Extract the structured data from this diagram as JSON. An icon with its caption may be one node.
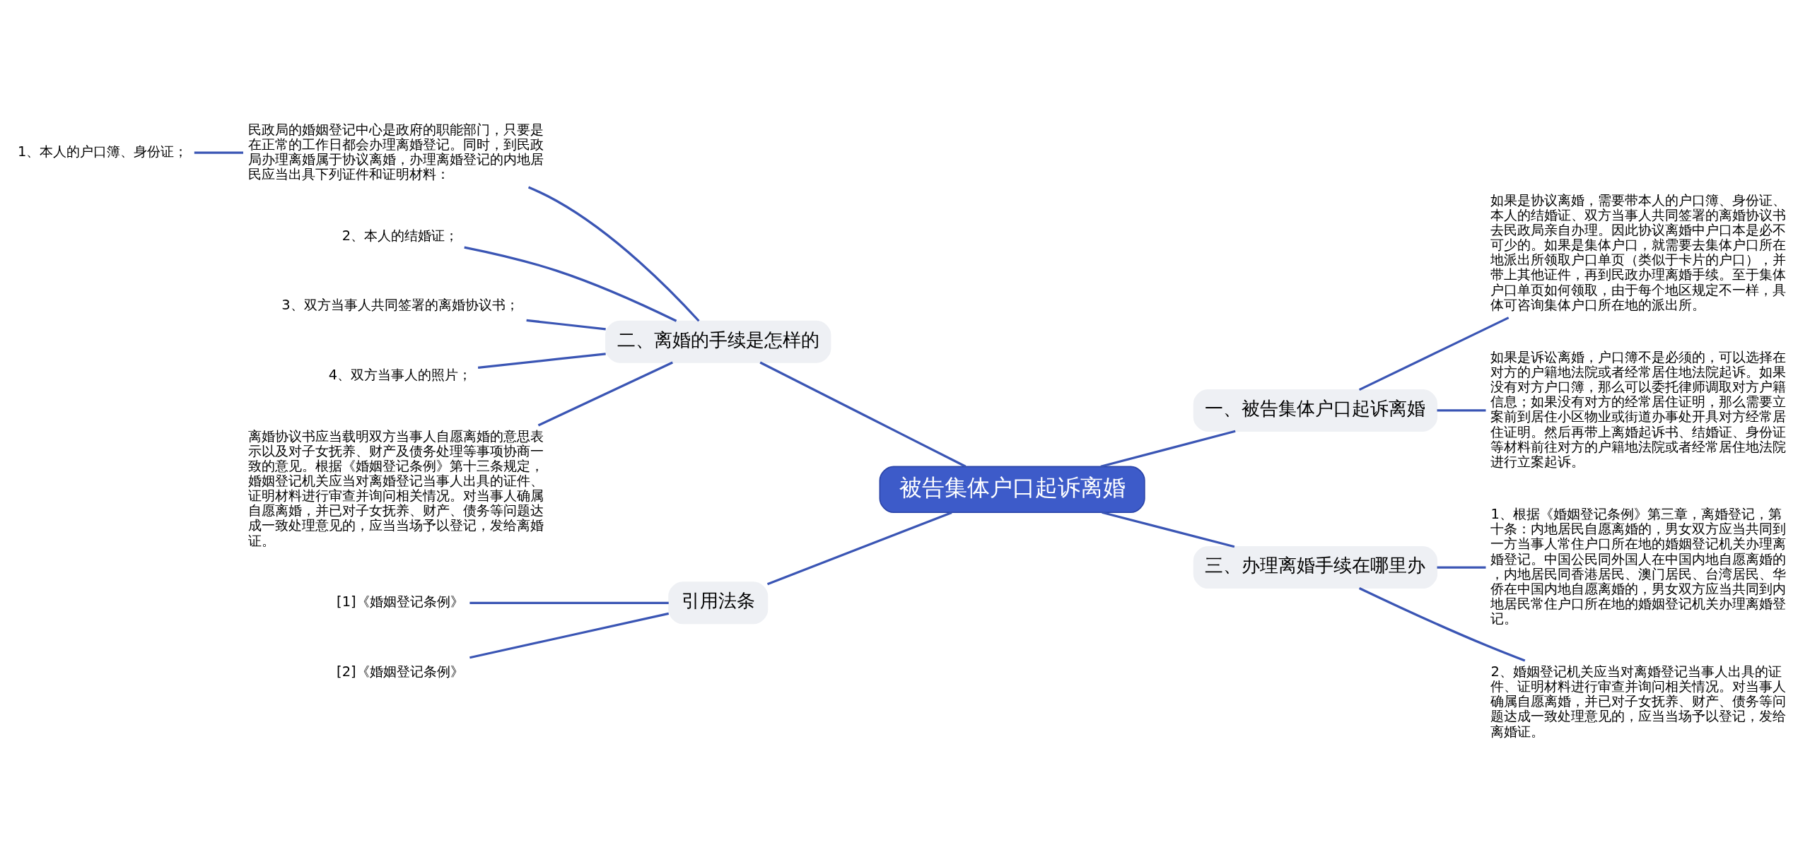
{
  "diagram": {
    "nodes": [
      {
        "text": [
          "被告集体户口起诉离婚"
        ]
      },
      {
        "text": [
          "二、离婚的手续是怎样的"
        ]
      },
      {
        "text": [
          "民政局的婚姻登记中心是政府的职能部门，只要是在正常的工作日都会办理离婚登记。同时，到民政局办理离婚属于协议离婚，办理离婚登记的内地居民应当出具下列证件和证明材料："
        ]
      },
      {
        "text": [
          "1、本人的户口簿、身份证；"
        ]
      },
      {
        "text": [
          "2、本人的结婚证；"
        ]
      },
      {
        "text": [
          "3、双方当事人共同签署的离婚协议书；"
        ]
      },
      {
        "text": [
          "4、双方当事人的照片；"
        ]
      },
      {
        "text": [
          "离婚协议书应当载明双方当事人自愿离婚的意思表示以及对子女抚养、财产及债务处理等事项协商一致的意见。根据《婚姻登记条例》第十三条规定，婚姻登记机关应当对离婚登记当事人出具的证件、证明材料进行审查并询问相关情况。对当事人确属自愿离婚，并已对子女抚养、财产、债务等问题达成一致处理意见的，应当当场予以登记，发给离婚证。"
        ]
      },
      {
        "text": [
          "引用法条"
        ]
      },
      {
        "text": [
          "[1]《婚姻登记条例》"
        ]
      },
      {
        "text": [
          "[2]《婚姻登记条例》"
        ]
      },
      {
        "text": [
          "一、被告集体户口起诉离婚"
        ]
      },
      {
        "text": [
          "如果是协议离婚，需要带本人的户口簿、身份证、本人的结婚证、双方当事人共同签署的离婚协议书去民政局亲自办理。因此协议离婚中户口本是必不可少的。如果是集体户口，就需要去集体户口所在地派出所领取户口单页（类似于卡片的户口），并带上其他证件，再到民政办理离婚手续。至于集体户口单页如何领取，由于每个地区规定不一样，具体可咨询集体户口所在地的派出所。"
        ]
      },
      {
        "text": [
          "如果是诉讼离婚，户口簿不是必须的，可以选择在对方的户籍地法院或者经常居住地法院起诉。如果没有对方户口簿，那么可以委托律师调取对方户籍信息；如果没有对方的经常居住证明，那么需要立案前到居住小区物业或街道办事处开具对方经常居住证明。然后再带上离婚起诉书、结婚证、身份证等材料前往对方的户籍地法院或者经常居住地法院进行立案起诉。"
        ]
      },
      {
        "text": [
          "三、办理离婚手续在哪里办"
        ]
      },
      {
        "text": [
          "1、根据《婚姻登记条例》第三章，离婚登记，第十条：内地居民自愿离婚的，男女双方应当共同到一方当事人常住户口所在地的婚姻登记机关办理离婚登记。中国公民同外国人在中国内地自愿离婚的，内地居民同香港居民、澳门居民、台湾居民、华侨在中国内地自愿离婚的，男女双方应当共同到内地居民常住户口所在地的婚姻登记机关办理离婚登记。"
        ]
      },
      {
        "text": [
          "2、婚姻登记机关应当对离婚登记当事人出具的证件、证明材料进行审查并询问相关情况。对当事人确属自愿离婚，并已对子女抚养、财产、债务等问题达成一致处理意见的，应当当场予以登记，发给离婚证。"
        ]
      }
    ],
    "edges": [
      {
        "from": 0,
        "to": 1,
        "arrow": "none"
      },
      {
        "from": 1,
        "to": 2,
        "arrow": "none"
      },
      {
        "from": 2,
        "to": 3,
        "arrow": "none"
      },
      {
        "from": 1,
        "to": 4,
        "arrow": "none"
      },
      {
        "from": 1,
        "to": 5,
        "arrow": "none"
      },
      {
        "from": 1,
        "to": 6,
        "arrow": "none"
      },
      {
        "from": 1,
        "to": 7,
        "arrow": "none"
      },
      {
        "from": 0,
        "to": 8,
        "arrow": "none"
      },
      {
        "from": 8,
        "to": 9,
        "arrow": "none"
      },
      {
        "from": 8,
        "to": 10,
        "arrow": "none"
      },
      {
        "from": 0,
        "to": 11,
        "arrow": "none"
      },
      {
        "from": 11,
        "to": 12,
        "arrow": "none"
      },
      {
        "from": 11,
        "to": 13,
        "arrow": "none"
      },
      {
        "from": 0,
        "to": 14,
        "arrow": "none"
      },
      {
        "from": 14,
        "to": 15,
        "arrow": "none"
      },
      {
        "from": 14,
        "to": 16,
        "arrow": "none"
      }
    ]
  }
}
